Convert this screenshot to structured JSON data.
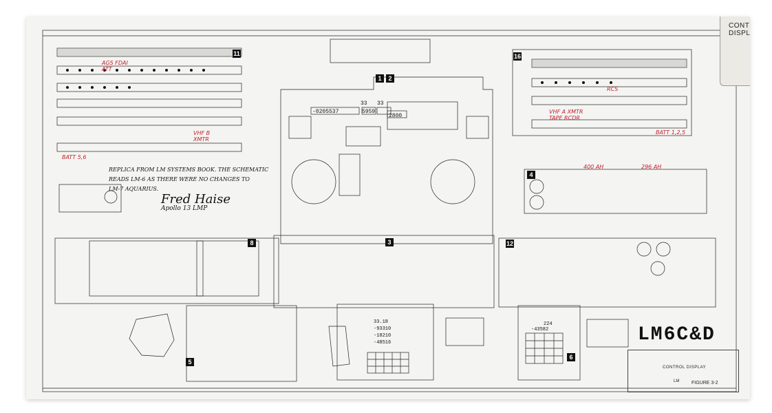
{
  "poster": {
    "title": "LM6C&D",
    "tab_label": "CONTROL DISPLAY",
    "title_block": {
      "drawing_title": "CONTROL DISPLAY",
      "lm": "LM",
      "figure": "FIGURE 3-2"
    }
  },
  "annotation": {
    "line1": "REPLICA FROM LM SYSTEMS BOOK. THE SCHEMATIC",
    "line2": "READS LM-6 AS THERE WERE NO CHANGES TO",
    "line3": "LM-7 AQUARIUS.",
    "signature": "Fred Haise",
    "signature_sub": "Apollo 13 LMP"
  },
  "red_notes": [
    {
      "text": "AGS FDAI ATT"
    },
    {
      "text": "VHF B XMTR"
    },
    {
      "text": "BATT 5,6"
    },
    {
      "text": "RCS"
    },
    {
      "text": "VHF A XMTR TAPE RCDR"
    },
    {
      "text": "BATT 1,2,5"
    },
    {
      "text": "400 AH"
    },
    {
      "text": "296 AH"
    }
  ],
  "panel_numbers": [
    "1",
    "2",
    "3",
    "4",
    "5",
    "6",
    "8",
    "11",
    "12",
    "16"
  ],
  "displays": {
    "mission_timer": "-0205537",
    "event_timer": "5959",
    "range_a": "33",
    "range_b": "33",
    "range_c": "2800",
    "dsky_1": "33.18",
    "dsky_2": "-93310",
    "dsky_3": "-18210",
    "dsky_4": "-48516",
    "dedai_1": "224",
    "dedai_2": "-43582"
  },
  "colors": {
    "ink": "#111111",
    "paper": "#f4f4f2",
    "red_ink": "#c21f2a"
  }
}
